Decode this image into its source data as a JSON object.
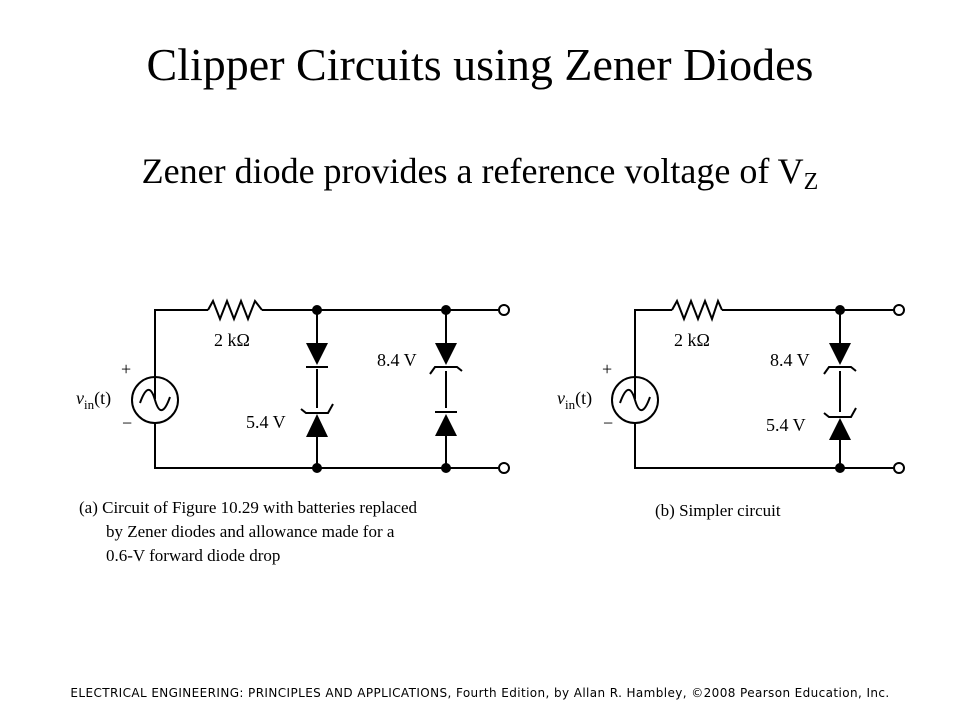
{
  "slide": {
    "title": "Clipper Circuits using Zener Diodes",
    "subtitle": "Zener diode provides a reference voltage of V",
    "subtitle_sub": "Z"
  },
  "circuit_a": {
    "resistor_label": "2 kΩ",
    "source_plus": "+",
    "source_minus": "−",
    "source_label_v": "v",
    "source_label_sub": "in",
    "source_label_arg": "(t)",
    "zener_left_label": "5.4 V",
    "zener_right_label": "8.4 V",
    "caption_lines": [
      "(a) Circuit of Figure 10.29 with batteries replaced",
      "by Zener diodes and allowance made for a",
      "0.6-V forward diode drop"
    ]
  },
  "circuit_b": {
    "resistor_label": "2 kΩ",
    "source_plus": "+",
    "source_minus": "−",
    "source_label_v": "v",
    "source_label_sub": "in",
    "source_label_arg": "(t)",
    "zener_top_label": "8.4 V",
    "zener_bottom_label": "5.4 V",
    "caption": "(b) Simpler circuit"
  },
  "footer": "ELECTRICAL ENGINEERING: PRINCIPLES AND APPLICATIONS, Fourth Edition, by Allan R. Hambley, ©2008 Pearson Education, Inc."
}
